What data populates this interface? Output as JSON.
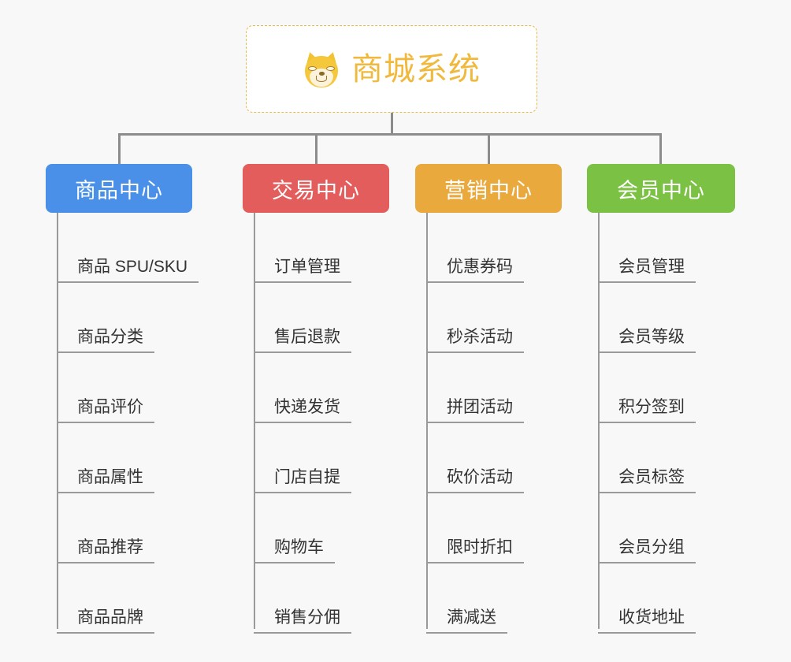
{
  "diagram": {
    "background": "#f8f8f8",
    "root": {
      "title": "商城系统",
      "icon": "shiba-inu-dog-face-icon",
      "text_color": "#f0b93c",
      "border_color": "#e8b84b"
    },
    "connector_color": "#8c8c8c",
    "branches": [
      {
        "label": "商品中心",
        "color": "#4a90e8",
        "items": [
          "商品 SPU/SKU",
          "商品分类",
          "商品评价",
          "商品属性",
          "商品推荐",
          "商品品牌"
        ]
      },
      {
        "label": "交易中心",
        "color": "#e35d5d",
        "items": [
          "订单管理",
          "售后退款",
          "快递发货",
          "门店自提",
          "购物车",
          "销售分佣"
        ]
      },
      {
        "label": "营销中心",
        "color": "#eaa93d",
        "items": [
          "优惠券码",
          "秒杀活动",
          "拼团活动",
          "砍价活动",
          "限时折扣",
          "满减送"
        ]
      },
      {
        "label": "会员中心",
        "color": "#7bc244",
        "items": [
          "会员管理",
          "会员等级",
          "积分签到",
          "会员标签",
          "会员分组",
          "收货地址"
        ]
      }
    ]
  }
}
